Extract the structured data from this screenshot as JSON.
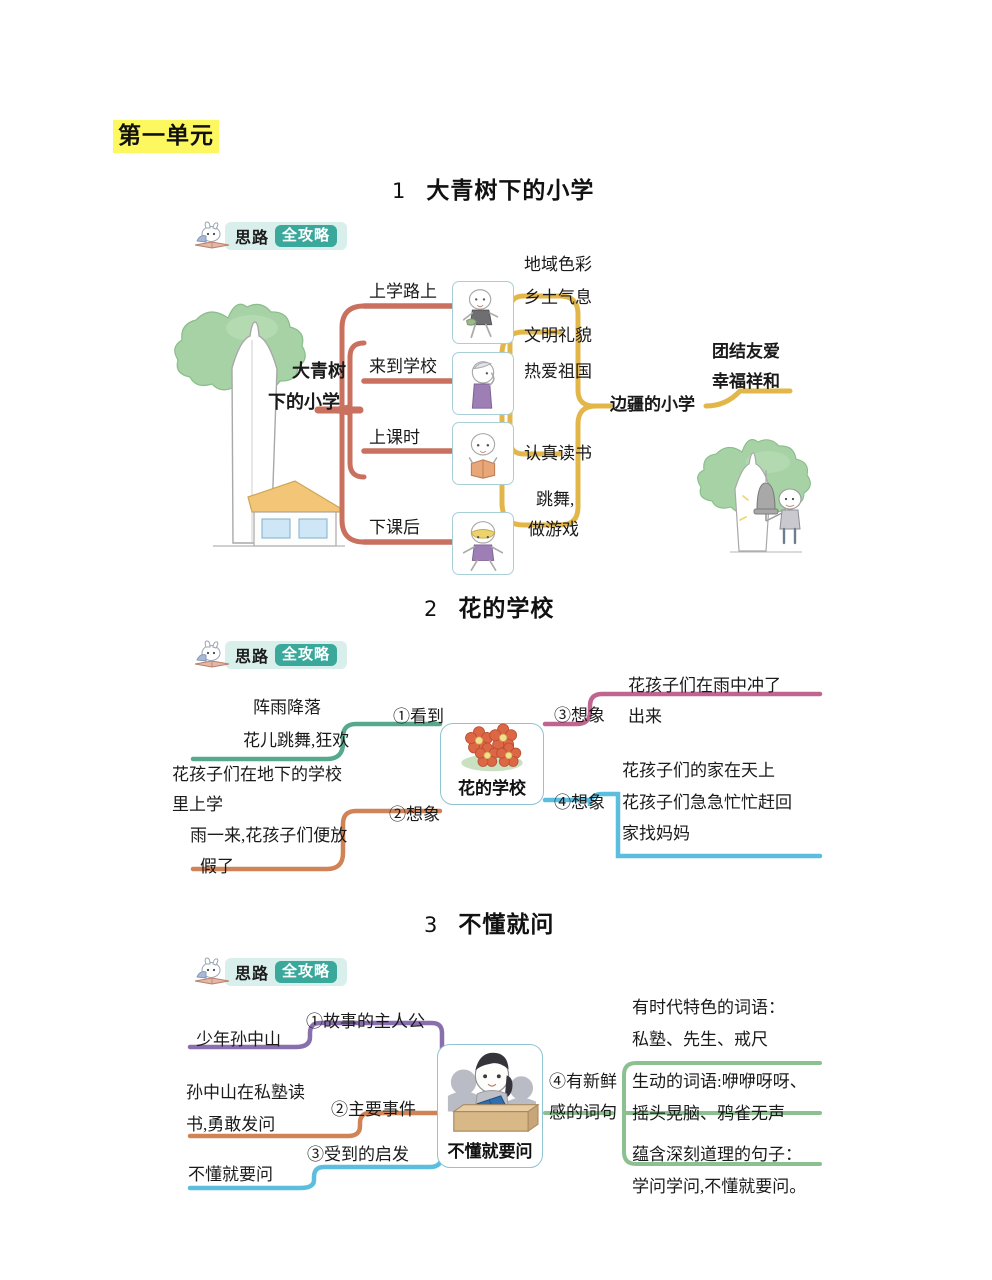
{
  "unit": {
    "label": "第一单元",
    "highlight_color": "#fdf85f"
  },
  "badge": {
    "icon": "rabbit-reading-icon",
    "word": "思路",
    "pill": "全攻略",
    "pill_color": "#3aa99b",
    "bg_color": "#d9efec"
  },
  "lessons": [
    {
      "num": "1",
      "title": "大青树下的小学"
    },
    {
      "num": "2",
      "title": "花的学校"
    },
    {
      "num": "3",
      "title": "不懂就问"
    }
  ],
  "map1": {
    "root_line1": "大青树",
    "root_line2": "下的小学",
    "left_illustration": "big-tree-and-house-icon",
    "branch_color": "#c9705f",
    "right_branch_color": "#e3b64a",
    "stages": [
      {
        "label": "上学路上",
        "icon": "child-walking-icon"
      },
      {
        "label": "来到学校",
        "icon": "child-greeting-icon"
      },
      {
        "label": "上课时",
        "icon": "child-reading-icon"
      },
      {
        "label": "下课后",
        "icon": "child-playing-icon"
      }
    ],
    "traits": [
      "地域色彩",
      "乡土气息",
      "文明礼貌",
      "热爱祖国",
      "认真读书",
      "跳舞,",
      "做游戏"
    ],
    "hub": "边疆的小学",
    "conclusion_line1": "团结友爱",
    "conclusion_line2": "幸福祥和",
    "right_illustration": "tree-bell-and-child-icon"
  },
  "map2": {
    "center_label": "花的学校",
    "center_icon": "red-flowers-icon",
    "branches": [
      {
        "id": "①看到",
        "color": "#57a98c",
        "lines": [
          "阵雨降落",
          "花儿跳舞,狂欢"
        ]
      },
      {
        "id": "②想象",
        "color": "#cf8356",
        "lines": [
          "花孩子们在地下的学校",
          "里上学",
          "雨一来,花孩子们便放",
          "假了"
        ]
      },
      {
        "id": "③想象",
        "color": "#c0658f",
        "lines": [
          "花孩子们在雨中冲了",
          "出来"
        ]
      },
      {
        "id": "④想象",
        "color": "#5bbede",
        "lines": [
          "花孩子们的家在天上",
          "花孩子们急急忙忙赶回",
          "家找妈妈"
        ]
      }
    ]
  },
  "map3": {
    "center_label": "不懂就要问",
    "center_icon": "classroom-student-icon",
    "branches": [
      {
        "id": "①故事的主人公",
        "color": "#8a6fae",
        "lines": [
          "少年孙中山"
        ]
      },
      {
        "id": "②主要事件",
        "color": "#cf8356",
        "lines": [
          "孙中山在私塾读",
          "书,勇敢发问"
        ]
      },
      {
        "id": "③受到的启发",
        "color": "#5bbede",
        "lines": [
          "不懂就要问"
        ]
      },
      {
        "id": "④有新鲜",
        "id2": "感的词句",
        "color": "#8dc091",
        "groups": [
          [
            "有时代特色的词语：",
            "私塾、先生、戒尺"
          ],
          [
            "生动的词语:咿咿呀呀、",
            "摇头晃脑、鸦雀无声"
          ],
          [
            "蕴含深刻道理的句子：",
            "学问学问,不懂就要问。"
          ]
        ]
      }
    ]
  }
}
